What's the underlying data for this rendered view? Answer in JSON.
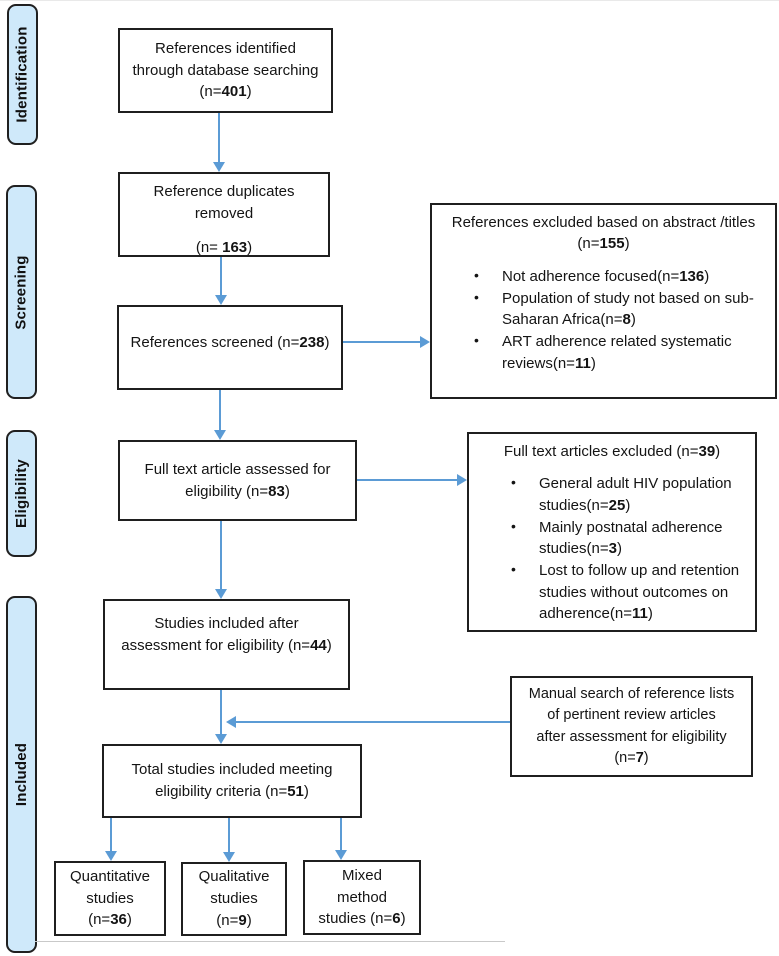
{
  "sidebar": {
    "stages": [
      {
        "label": "Identification"
      },
      {
        "label": "Screening"
      },
      {
        "label": "Eligibility"
      },
      {
        "label": "Included"
      }
    ]
  },
  "flow": {
    "identified": {
      "line1": "References identified",
      "line2": "through database searching",
      "n_pre": "(n=",
      "n": "401",
      "n_post": ")"
    },
    "duplicates": {
      "line1": "Reference duplicates",
      "line2": "removed",
      "n_pre": "(n= ",
      "n": "163",
      "n_post": ")"
    },
    "screened": {
      "pre": "References screened (n=",
      "n": "238",
      "post": ")"
    },
    "fulltext": {
      "line1": "Full text article assessed for",
      "line2_pre": "eligibility (n=",
      "n": "83",
      "line2_post": ")"
    },
    "included_after": {
      "line1": "Studies included after",
      "line2_pre": "assessment for eligibility (n=",
      "n": "44",
      "line2_post": ")"
    },
    "total": {
      "line1": "Total studies included meeting",
      "line2_pre": "eligibility criteria (n=",
      "n": "51",
      "line2_post": ")"
    },
    "quantitative": {
      "line1": "Quantitative",
      "line2": "studies",
      "n_pre": "(n=",
      "n": "36",
      "n_post": ")"
    },
    "qualitative": {
      "line1": "Qualitative",
      "line2": "studies",
      "n_pre": "(n=",
      "n": "9",
      "n_post": ")"
    },
    "mixed": {
      "line1": "Mixed",
      "line2": "method",
      "line3_pre": "studies (n=",
      "n": "6",
      "line3_post": ")"
    }
  },
  "side_boxes": {
    "excluded_abstract": {
      "title": "References excluded based on abstract /titles",
      "n_pre": "(n=",
      "n": "155",
      "n_post": ")",
      "bullet_glyph": "●",
      "bullets": [
        {
          "pre": "Not adherence focused(n=",
          "n": "136",
          "post": ")"
        },
        {
          "pre": "Population of study not based on sub-Saharan Africa(n=",
          "n": "8",
          "post": ")"
        },
        {
          "pre": "ART adherence related systematic reviews(n=",
          "n": "11",
          "post": ")"
        }
      ]
    },
    "excluded_fulltext": {
      "title_pre": "Full text articles excluded (n=",
      "n": "39",
      "title_post": ")",
      "bullet_glyph": "●",
      "bullets": [
        {
          "pre": "General adult HIV population studies(n=",
          "n": "25",
          "post": ")"
        },
        {
          "pre": "Mainly postnatal adherence studies(n=",
          "n": "3",
          "post": ")"
        },
        {
          "pre": "Lost to follow up and retention studies without outcomes on adherence(n=",
          "n": "11",
          "post": ")"
        }
      ]
    },
    "manual": {
      "line1": "Manual search of reference lists",
      "line2": "of pertinent review articles",
      "line3": "after assessment for eligibility",
      "n_pre": "(n=",
      "n": "7",
      "n_post": ")"
    }
  },
  "colors": {
    "arrow": "#5b9bd5",
    "stage_fill": "#cfe9fa",
    "box_border": "#1f1f1f"
  }
}
